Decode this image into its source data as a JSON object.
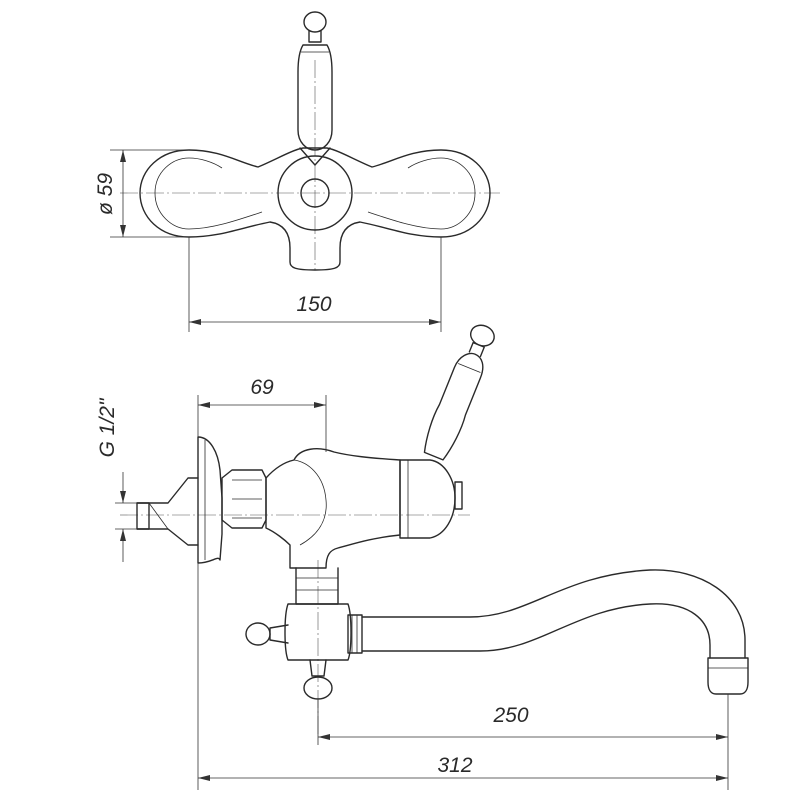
{
  "dimensions": {
    "diameter": "ø 59",
    "width_top": "150",
    "depth": "69",
    "thread": "G 1/2\"",
    "spout_reach": "250",
    "overall_length": "312"
  }
}
